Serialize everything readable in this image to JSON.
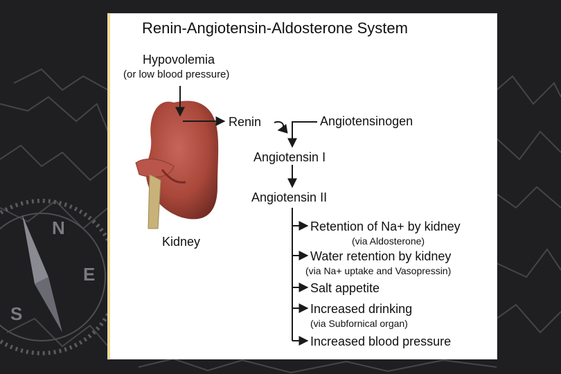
{
  "title": "Renin-Angiotensin-Aldosterone System",
  "stimulus": {
    "label": "Hypovolemia",
    "sublabel": "(or low blood pressure)"
  },
  "organ_label": "Kidney",
  "cascade": {
    "enzyme": "Renin",
    "substrate": "Angiotensinogen",
    "step1": "Angiotensin I",
    "step2": "Angiotensin II"
  },
  "effects": [
    {
      "label": "Retention of Na+ by kidney",
      "note": "(via Aldosterone)"
    },
    {
      "label": "Water retention by kidney",
      "note": "(via Na+ uptake and Vasopressin)"
    },
    {
      "label": "Salt appetite",
      "note": ""
    },
    {
      "label": "Increased drinking",
      "note": "(via Subfornical organ)"
    },
    {
      "label": "Increased blood pressure",
      "note": ""
    }
  ],
  "colors": {
    "background": "#1f1f21",
    "panel": "#ffffff",
    "kidney": "#a8473a",
    "arrow": "#1a1a1a"
  }
}
